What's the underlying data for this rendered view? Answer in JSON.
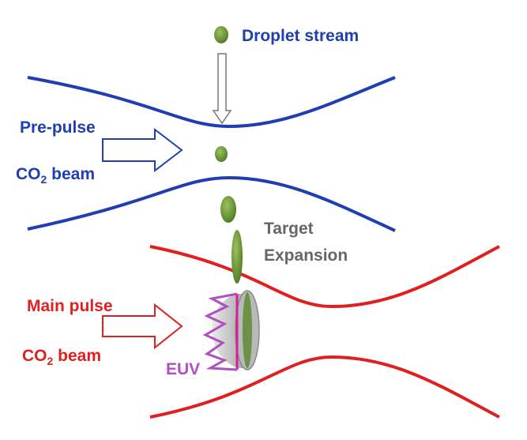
{
  "labels": {
    "droplet_stream": "Droplet stream",
    "pre_pulse": "Pre-pulse",
    "co2_beam_top_prefix": "CO",
    "co2_beam_top_sub": "2",
    "co2_beam_top_suffix": " beam",
    "target": "Target",
    "expansion": "Expansion",
    "main_pulse": "Main pulse",
    "co2_beam_bottom_prefix": "CO",
    "co2_beam_bottom_sub": "2",
    "co2_beam_bottom_suffix": " beam",
    "euv": "EUV"
  },
  "colors": {
    "pre_pulse_beam": "#1f3fb0",
    "main_pulse_beam": "#e02020",
    "droplet": "#6f9a3a",
    "droplet_dark": "#4a7a25",
    "target_text": "#666666",
    "euv": "#b050c0",
    "plasma": "#c8c8c8"
  }
}
